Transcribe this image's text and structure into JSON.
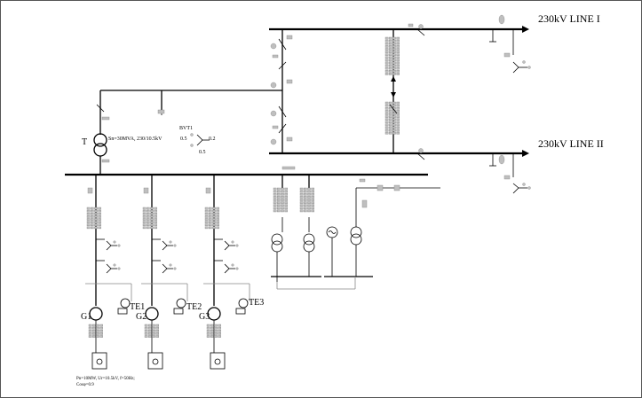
{
  "lines": {
    "line1_label": "230kV LINE I",
    "line2_label": "230kV LINE II"
  },
  "transformer": {
    "name": "T",
    "rating": "Sn=30MVA, 230/10.5kV"
  },
  "bvt": {
    "name": "BVT1",
    "v1": "0.5",
    "v2": "0.2",
    "v3": "0.5"
  },
  "generators": {
    "g1": "G1",
    "g2": "G2",
    "g3": "G3",
    "te1": "TE1",
    "te2": "TE2",
    "te3": "TE3"
  },
  "gen_specs": {
    "line1": "Pn=10MW, Ur=10.5kV, f=50Hz;",
    "line2": "Cosφ=0.9"
  }
}
